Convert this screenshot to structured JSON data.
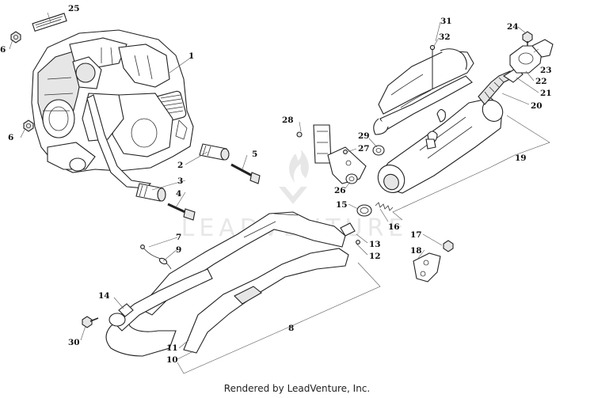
{
  "callouts": [
    {
      "id": "c1",
      "label": "1"
    },
    {
      "id": "c2",
      "label": "2"
    },
    {
      "id": "c3",
      "label": "3"
    },
    {
      "id": "c4",
      "label": "4"
    },
    {
      "id": "c5",
      "label": "5"
    },
    {
      "id": "c6a",
      "label": "6"
    },
    {
      "id": "c6b",
      "label": "6"
    },
    {
      "id": "c7",
      "label": "7"
    },
    {
      "id": "c8",
      "label": "8"
    },
    {
      "id": "c9",
      "label": "9"
    },
    {
      "id": "c10",
      "label": "10"
    },
    {
      "id": "c11",
      "label": "11"
    },
    {
      "id": "c12",
      "label": "12"
    },
    {
      "id": "c13",
      "label": "13"
    },
    {
      "id": "c14",
      "label": "14"
    },
    {
      "id": "c15",
      "label": "15"
    },
    {
      "id": "c16",
      "label": "16"
    },
    {
      "id": "c17",
      "label": "17"
    },
    {
      "id": "c18",
      "label": "18"
    },
    {
      "id": "c19",
      "label": "19"
    },
    {
      "id": "c20",
      "label": "20"
    },
    {
      "id": "c21",
      "label": "21"
    },
    {
      "id": "c22",
      "label": "22"
    },
    {
      "id": "c23",
      "label": "23"
    },
    {
      "id": "c24",
      "label": "24"
    },
    {
      "id": "c25",
      "label": "25"
    },
    {
      "id": "c26",
      "label": "26"
    },
    {
      "id": "c27",
      "label": "27"
    },
    {
      "id": "c28",
      "label": "28"
    },
    {
      "id": "c29",
      "label": "29"
    },
    {
      "id": "c30",
      "label": "30"
    },
    {
      "id": "c31",
      "label": "31"
    },
    {
      "id": "c32",
      "label": "32"
    }
  ],
  "footer": "Rendered by LeadVenture, Inc."
}
